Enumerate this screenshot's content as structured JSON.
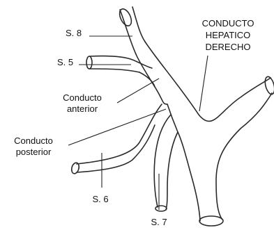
{
  "diagram": {
    "labels": {
      "s8": "S. 8",
      "s5": "S. 5",
      "conducto_anterior_line1": "Conducto",
      "conducto_anterior_line2": "anterior",
      "conducto_posterior_line1": "Conducto",
      "conducto_posterior_line2": "posterior",
      "s6": "S. 6",
      "s7": "S. 7",
      "conducto_hepatico_line1": "CONDUCTO",
      "conducto_hepatico_line2": "HEPATICO",
      "conducto_hepatico_line3": "DERECHO"
    }
  }
}
